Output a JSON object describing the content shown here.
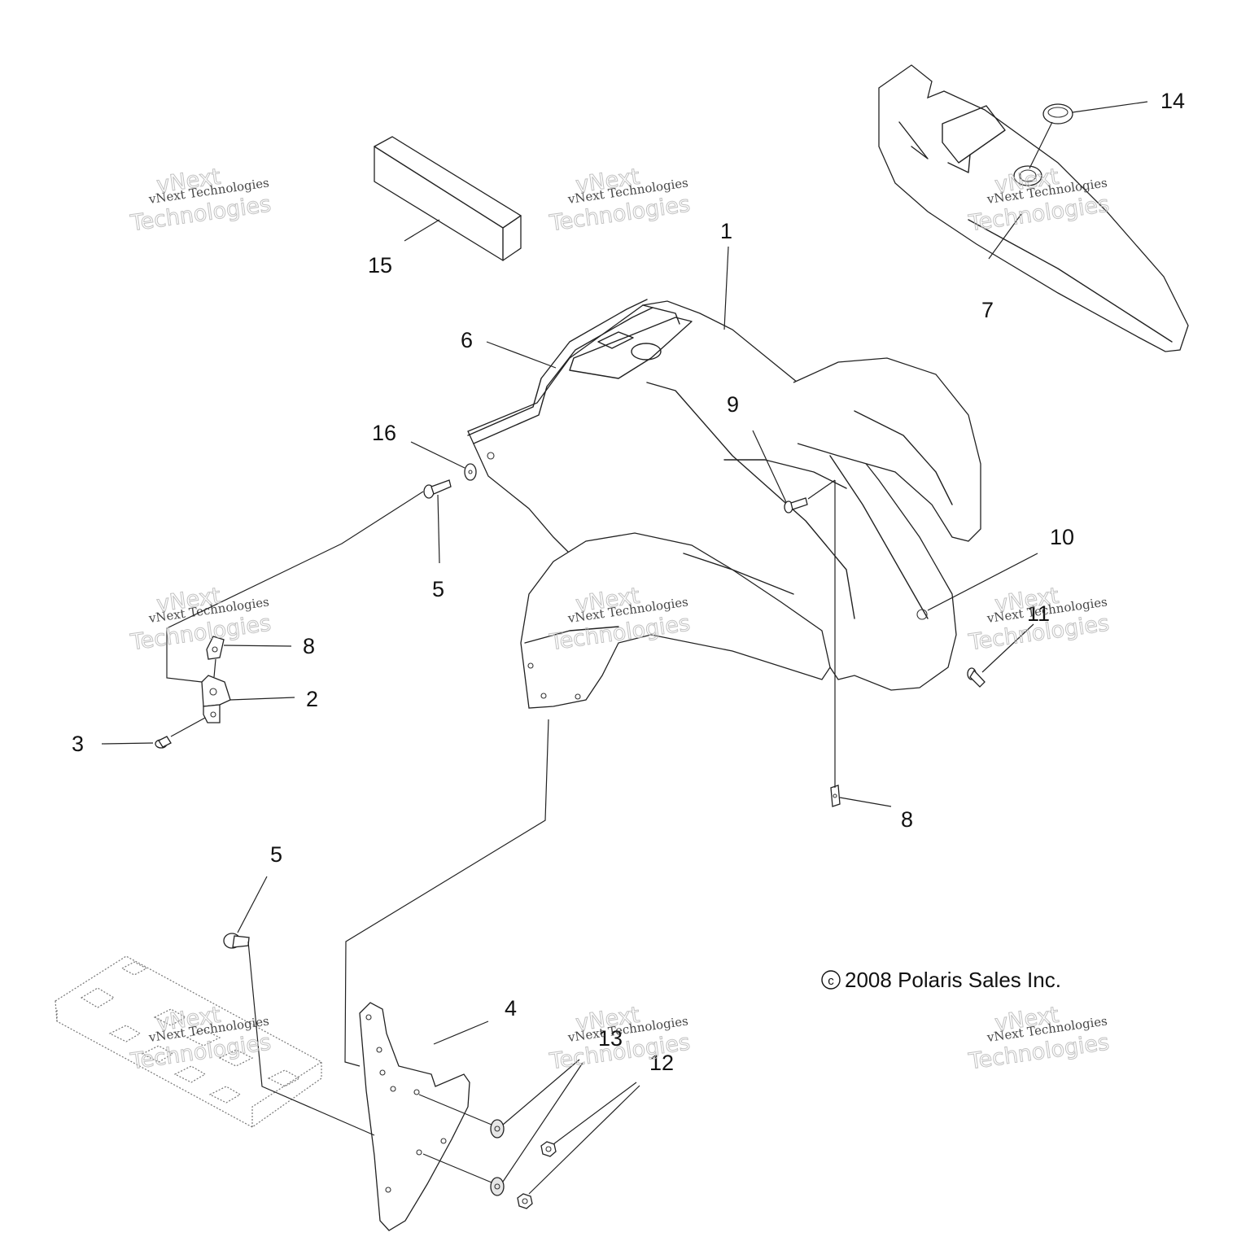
{
  "callouts": [
    {
      "id": "c1",
      "text": "1"
    },
    {
      "id": "c2",
      "text": "2"
    },
    {
      "id": "c3",
      "text": "3"
    },
    {
      "id": "c4",
      "text": "4"
    },
    {
      "id": "c5a",
      "text": "5"
    },
    {
      "id": "c5b",
      "text": "5"
    },
    {
      "id": "c6",
      "text": "6"
    },
    {
      "id": "c7",
      "text": "7"
    },
    {
      "id": "c8a",
      "text": "8"
    },
    {
      "id": "c8b",
      "text": "8"
    },
    {
      "id": "c9",
      "text": "9"
    },
    {
      "id": "c10",
      "text": "10"
    },
    {
      "id": "c11",
      "text": "11"
    },
    {
      "id": "c12",
      "text": "12"
    },
    {
      "id": "c13",
      "text": "13"
    },
    {
      "id": "c14",
      "text": "14"
    },
    {
      "id": "c15",
      "text": "15"
    },
    {
      "id": "c16",
      "text": "16"
    }
  ],
  "copyright": "2008 Polaris Sales Inc.",
  "copyright_symbol": "c",
  "watermark": {
    "line1": "vNext Technologies",
    "line2": "vNext",
    "line3": "Technologies"
  }
}
